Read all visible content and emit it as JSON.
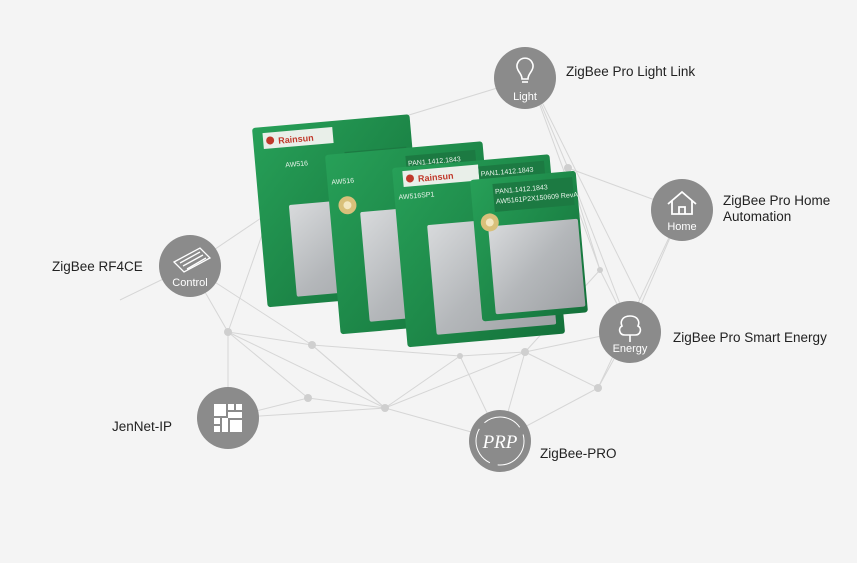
{
  "nodes": {
    "light": {
      "icon": "lightbulb-icon",
      "icon_label": "Light",
      "caption": "ZigBee Pro Light Link"
    },
    "home": {
      "icon": "house-icon",
      "icon_label": "Home",
      "caption_line1": "ZigBee Pro Home",
      "caption_line2": "Automation"
    },
    "control": {
      "icon": "keyboard-icon",
      "icon_label": "Control",
      "caption": "ZigBee RF4CE"
    },
    "energy": {
      "icon": "tree-icon",
      "icon_label": "Energy",
      "caption": "ZigBee Pro Smart Energy"
    },
    "jennet": {
      "icon": "circuit-grid-icon",
      "caption": "JenNet-IP"
    },
    "prp": {
      "icon_label": "PRP",
      "caption": "ZigBee-PRO"
    }
  },
  "modules": {
    "brand": "Rainsun",
    "part_line1": "PAN1.1412.1843",
    "part_line2": "AW5161P2X150609 RevA",
    "part_short": "AW516",
    "part_short2": "AW516SP1"
  },
  "colors": {
    "circle": "#8b8b8b",
    "network_line": "#d4d4d4",
    "network_node": "#cfcfcf",
    "pcb_green": "#1f8a4a",
    "shield": "#b9bcbf",
    "background": "#f4f4f4"
  }
}
